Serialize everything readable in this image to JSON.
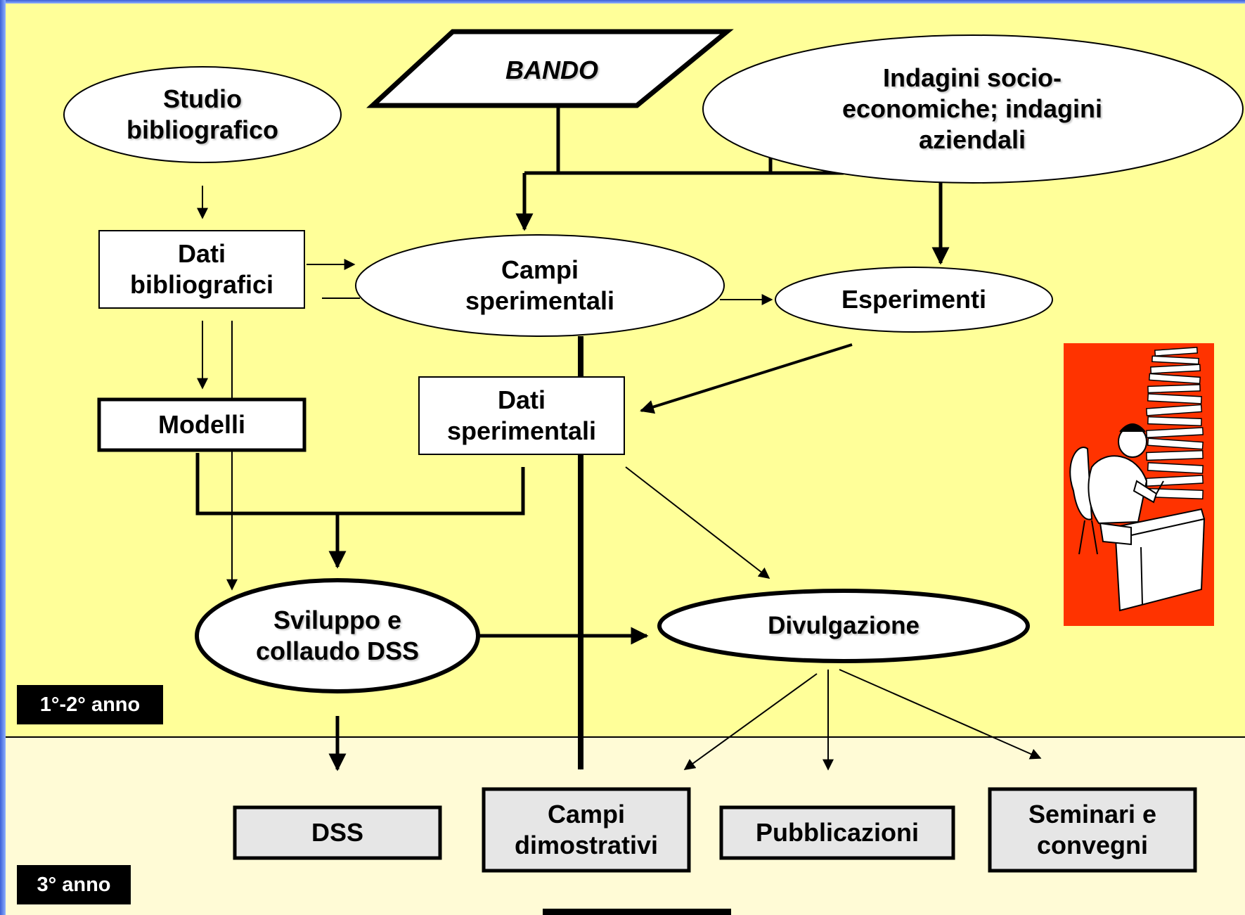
{
  "colors": {
    "upper_band": "#ffff99",
    "lower_band": "#fffbd6",
    "node_fill": "#ffffff",
    "output_fill": "#e6e6e6",
    "line": "#000000",
    "picture_bg": "#ff3300"
  },
  "nodes": {
    "bando": "BANDO",
    "studio": "Studio\nbibliografico",
    "indagini": "Indagini socio-\neconomiche; indagini\naziendali",
    "dati_bibliografici": "Dati\nbibliografici",
    "campi_sperimentali": "Campi\nsperimentali",
    "esperimenti": "Esperimenti",
    "modelli": "Modelli",
    "dati_sperimentali": "Dati\nsperimentali",
    "sviluppo": "Sviluppo e\ncollaudo DSS",
    "divulgazione": "Divulgazione",
    "dss": "DSS",
    "campi_dimostrativi": "Campi\ndimostrativi",
    "pubblicazioni": "Pubblicazioni",
    "seminari": "Seminari e\nconvegni"
  },
  "phases": {
    "phase1": "1°-2° anno",
    "phase2": "3° anno"
  },
  "icons": {
    "illustration": "person-writing-at-desk-with-paper-stack-icon"
  }
}
